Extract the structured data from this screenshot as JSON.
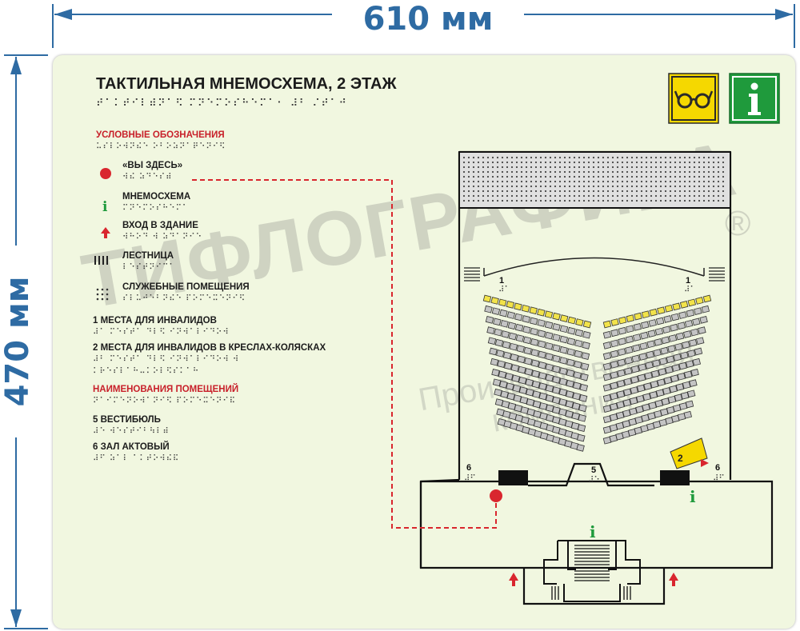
{
  "dimensions": {
    "width_label": "610 мм",
    "height_label": "470 мм"
  },
  "title": "ТАКТИЛЬНАЯ МНЕМОСХЕМА, 2 ЭТАЖ",
  "legend_heading": "УСЛОВНЫЕ ОБОЗНАЧЕНИЯ",
  "legend": {
    "you_are_here": "«ВЫ ЗДЕСЬ»",
    "mnemoscheme": "МНЕМОСХЕМА",
    "entrance": "ВХОД В ЗДАНИЕ",
    "stairs": "ЛЕСТНИЦА",
    "service": "СЛУЖЕБНЫЕ ПОМЕЩЕНИЯ",
    "item1": "1 МЕСТА ДЛЯ ИНВАЛИДОВ",
    "item2": "2 МЕСТА ДЛЯ ИНВАЛИДОВ В КРЕСЛАХ-КОЛЯСКАХ"
  },
  "rooms_heading": "НАИМЕНОВАНИЯ ПОМЕЩЕНИЙ",
  "rooms": {
    "r5": "5 ВЕСТИБЮЛЬ",
    "r6": "6 ЗАЛ АКТОВЫЙ"
  },
  "map_labels": {
    "n1": "1",
    "n2": "2",
    "n5": "5",
    "n6": "6",
    "info": "i"
  },
  "watermark": {
    "brand": "ТИФЛОГРАФИКА",
    "line1": "Производственная",
    "line2": "компания",
    "reg": "®"
  },
  "braille": {
    "title": "⠞⠁⠅⠞⠊⠇⠾⠝⠁⠫ ⠍⠝⠑⠍⠕⠎⠓⠑⠍⠁⠂ ⠼⠃ ⠌⠞⠁⠚",
    "legend_heading": "⠥⠎⠇⠕⠺⠝⠮⠑ ⠕⠃⠕⠵⠝⠁⠟⠑⠝⠊⠫",
    "you_are_here": "⠺⠮ ⠵⠙⠑⠎⠾",
    "mnemoscheme": "⠍⠝⠑⠍⠕⠎⠓⠑⠍⠁",
    "entrance": "⠺⠓⠕⠙ ⠺ ⠵⠙⠁⠝⠊⠑",
    "stairs": "⠇⠑⠎⠞⠝⠊⠉⠁",
    "service": "⠎⠇⠥⠚⠑⠃⠝⠮⠑ ⠏⠕⠍⠑⠭⠑⠝⠊⠫",
    "item1": "⠼⠁ ⠍⠑⠎⠞⠁ ⠙⠇⠫ ⠊⠝⠺⠁⠇⠊⠙⠕⠺",
    "item2a": "⠼⠃ ⠍⠑⠎⠞⠁ ⠙⠇⠫ ⠊⠝⠺⠁⠇⠊⠙⠕⠺ ⠺",
    "item2b": "⠅⠗⠑⠎⠇⠁⠓⠤⠅⠕⠇⠫⠎⠅⠁⠓",
    "rooms_heading": "⠝⠁⠊⠍⠑⠝⠕⠺⠁⠝⠊⠫ ⠏⠕⠍⠑⠭⠑⠝⠊⠯",
    "r5": "⠼⠑ ⠺⠑⠎⠞⠊⠃⠳⠇⠾",
    "r6": "⠼⠋ ⠵⠁⠇ ⠁⠅⠞⠕⠺⠮⠯",
    "map1": "⠼⠁",
    "map5": "⠼⠑",
    "map6": "⠼⠋"
  },
  "colors": {
    "accent_blue": "#2e6ba3",
    "plate_bg": "#f1f7e0",
    "red": "#d9262e",
    "green": "#1f9a3c",
    "yellow": "#f5d800",
    "seat_gray": "#bdbdbd"
  }
}
